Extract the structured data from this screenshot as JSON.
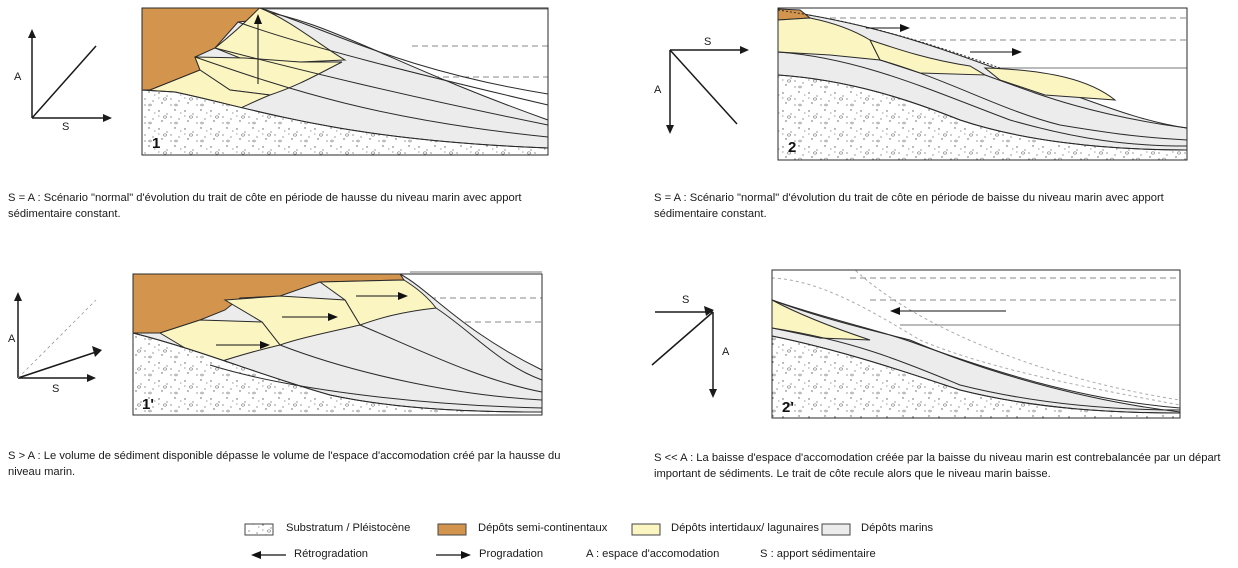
{
  "colors": {
    "substratum": "#ffffff",
    "semi_continental": "#d3954e",
    "intertidal": "#fbf5c2",
    "marine": "#ececec",
    "line": "#2a2a2a"
  },
  "panels": [
    {
      "number": "1",
      "axis_vertical": "A",
      "axis_horizontal": "S",
      "caption": "S = A : Scénario \"normal\" d'évolution du trait de côte en période de hausse du niveau marin avec apport sédimentaire constant."
    },
    {
      "number": "2",
      "axis_vertical": "A",
      "axis_horizontal": "S",
      "caption": "S = A : Scénario \"normal\" d'évolution du trait de côte en période de baisse du niveau marin avec apport sédimentaire constant."
    },
    {
      "number": "1'",
      "axis_vertical": "A",
      "axis_horizontal": "S",
      "caption": "S > A : Le volume de sédiment disponible dépasse le volume de l'espace d'accomodation créé par la hausse du niveau marin."
    },
    {
      "number": "2'",
      "axis_vertical": "A",
      "axis_horizontal": "S",
      "caption": "S << A : La baisse d'espace d'accomodation créée par la baisse du niveau marin est contrebalancée par un départ important de sédiments.  Le trait de côte recule alors que le niveau marin baisse."
    }
  ],
  "legend": {
    "substratum": "Substratum / Pléistocène",
    "semi_continental": "Dépôts semi-continentaux",
    "intertidal": "Dépôts intertidaux/ lagunaires",
    "marine": "Dépôts marins",
    "retrogradation": "Rétrogradation",
    "progradation": "Progradation",
    "accommodation": "A : espace d'accomodation",
    "supply": "S : apport sédimentaire"
  }
}
